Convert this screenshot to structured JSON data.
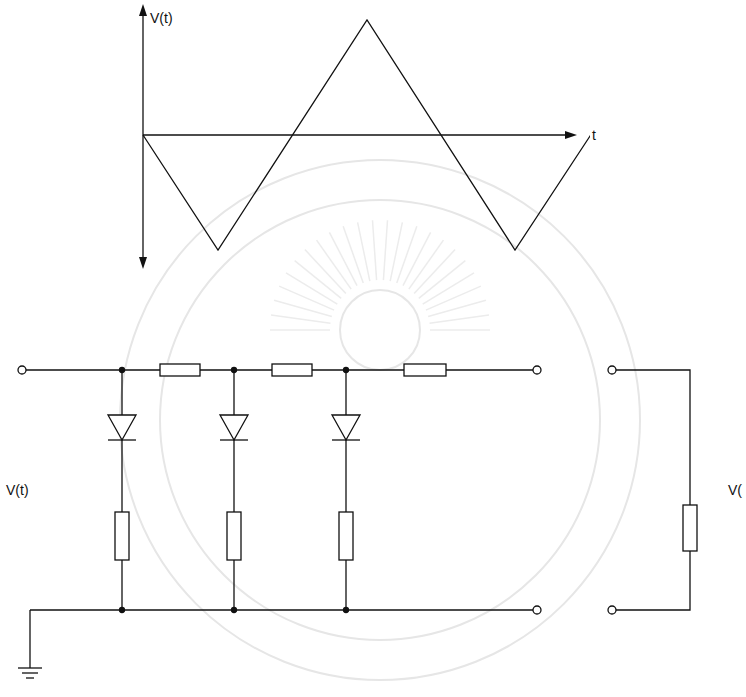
{
  "diagram": {
    "labels": [
      "V(t)",
      "t",
      "V(t)",
      "V("
    ]
  }
}
